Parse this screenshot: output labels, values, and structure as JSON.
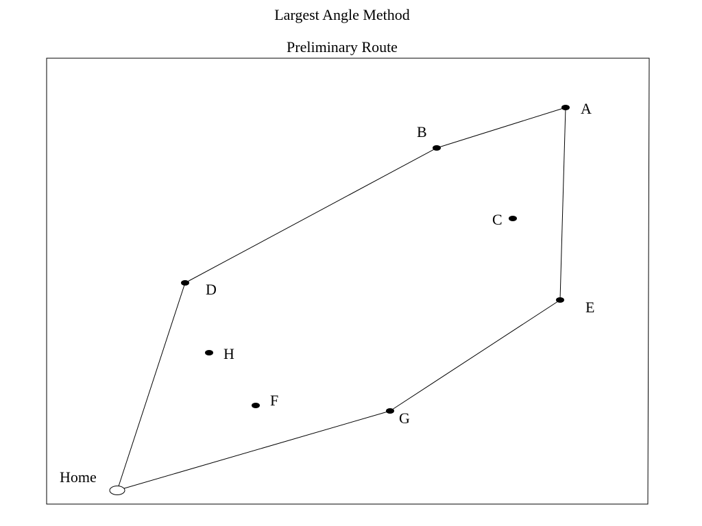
{
  "title": "Largest Angle Method",
  "subtitle": "Preliminary Route",
  "home": {
    "label": "Home"
  },
  "points": [
    {
      "id": "A",
      "label": "A"
    },
    {
      "id": "B",
      "label": "B"
    },
    {
      "id": "C",
      "label": "C"
    },
    {
      "id": "D",
      "label": "D"
    },
    {
      "id": "E",
      "label": "E"
    },
    {
      "id": "F",
      "label": "F"
    },
    {
      "id": "G",
      "label": "G"
    },
    {
      "id": "H",
      "label": "H"
    }
  ],
  "route": [
    "Home",
    "D",
    "B",
    "A",
    "E",
    "G",
    "Home"
  ]
}
